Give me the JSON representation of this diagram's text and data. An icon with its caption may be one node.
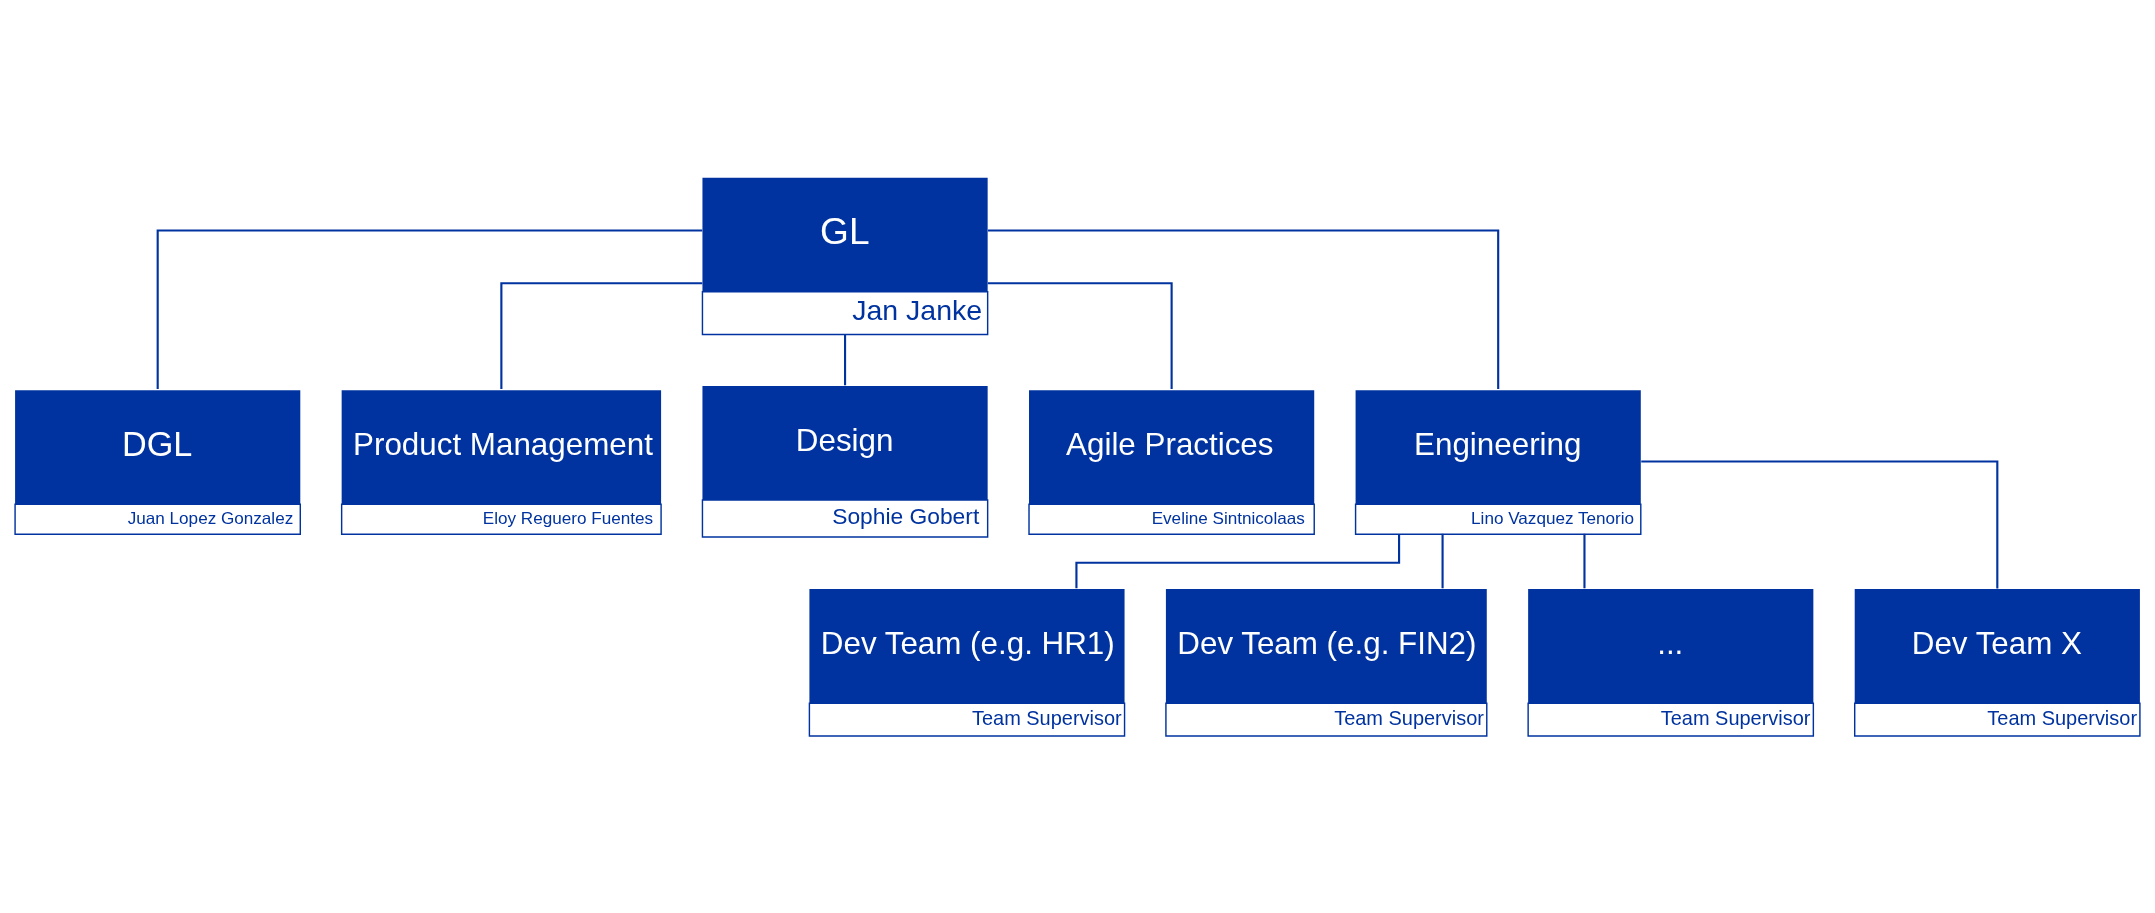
{
  "diagram": {
    "nodes": [
      {
        "text": [
          "GL",
          "Jan Janke"
        ]
      },
      {
        "text": [
          "DGL",
          "Juan Lopez Gonzalez"
        ]
      },
      {
        "text": [
          "Product Management",
          "Eloy Reguero Fuentes"
        ]
      },
      {
        "text": [
          "Design",
          "Sophie Gobert"
        ]
      },
      {
        "text": [
          "Agile Practices",
          "Eveline Sintnicolaas"
        ]
      },
      {
        "text": [
          "Engineering",
          "Lino Vazquez Tenorio"
        ]
      },
      {
        "text": [
          "Dev Team (e.g. HR1)",
          "Team Supervisor"
        ]
      },
      {
        "text": [
          "Dev Team (e.g. FIN2)",
          "Team Supervisor"
        ]
      },
      {
        "text": [
          "...",
          "Team Supervisor"
        ]
      },
      {
        "text": [
          "Dev Team X",
          "Team Supervisor"
        ]
      }
    ],
    "edges": [
      {
        "from": 0,
        "to": 1,
        "arrow": "none"
      },
      {
        "from": 0,
        "to": 2,
        "arrow": "none"
      },
      {
        "from": 0,
        "to": 3,
        "arrow": "none"
      },
      {
        "from": 0,
        "to": 4,
        "arrow": "none"
      },
      {
        "from": 0,
        "to": 5,
        "arrow": "none"
      },
      {
        "from": 5,
        "to": 6,
        "arrow": "none"
      },
      {
        "from": 5,
        "to": 7,
        "arrow": "none"
      },
      {
        "from": 5,
        "to": 8,
        "arrow": "none"
      },
      {
        "from": 5,
        "to": 9,
        "arrow": "none"
      }
    ]
  }
}
